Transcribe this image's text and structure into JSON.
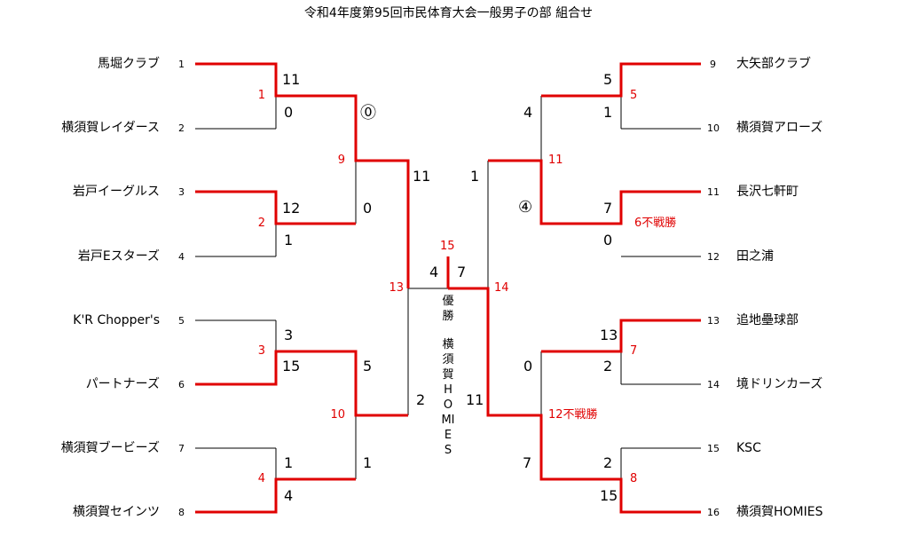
{
  "title": "令和4年度第95回市民体育大会一般男子の部 組合せ",
  "left_teams": [
    {
      "seed": "1",
      "name": "馬堀クラブ"
    },
    {
      "seed": "2",
      "name": "横須賀レイダース"
    },
    {
      "seed": "3",
      "name": "岩戸イーグルス"
    },
    {
      "seed": "4",
      "name": "岩戸Eスターズ"
    },
    {
      "seed": "5",
      "name": "K'R Chopper's"
    },
    {
      "seed": "6",
      "name": "パートナーズ"
    },
    {
      "seed": "7",
      "name": "横須賀ブービーズ"
    },
    {
      "seed": "8",
      "name": "横須賀セインツ"
    }
  ],
  "right_teams": [
    {
      "seed": "9",
      "name": "大矢部クラブ"
    },
    {
      "seed": "10",
      "name": "横須賀アローズ"
    },
    {
      "seed": "11",
      "name": "長沢七軒町"
    },
    {
      "seed": "12",
      "name": "田之浦"
    },
    {
      "seed": "13",
      "name": "追地壘球部"
    },
    {
      "seed": "14",
      "name": "境ドリンカーズ"
    },
    {
      "seed": "15",
      "name": "KSC"
    },
    {
      "seed": "16",
      "name": "横須賀HOMIES"
    }
  ],
  "matches": {
    "m1": {
      "no": "1",
      "top": "11",
      "bottom": "0"
    },
    "m2": {
      "no": "2",
      "top": "12",
      "bottom": "1"
    },
    "m3": {
      "no": "3",
      "top": "3",
      "bottom": "15"
    },
    "m4": {
      "no": "4",
      "top": "1",
      "bottom": "4"
    },
    "m5": {
      "no": "5",
      "top": "5",
      "bottom": "1"
    },
    "m6": {
      "no": "6不戦勝",
      "top": "7",
      "bottom": "0"
    },
    "m7": {
      "no": "7",
      "top": "13",
      "bottom": "2"
    },
    "m8": {
      "no": "8",
      "top": "2",
      "bottom": "15"
    },
    "m9": {
      "no": "9",
      "top": "",
      "bottom": "0"
    },
    "m10": {
      "no": "10",
      "top": "5",
      "bottom": "1"
    },
    "m11": {
      "no": "11",
      "top": "4",
      "bottom": ""
    },
    "m12": {
      "no": "12不戦勝",
      "top": "0",
      "bottom": "7"
    },
    "m13": {
      "no": "13",
      "top": "11",
      "bottom": "2"
    },
    "m14": {
      "no": "14",
      "top": "1",
      "bottom": "11"
    },
    "final": {
      "no": "15",
      "left": "4",
      "right": "7"
    }
  },
  "marks": {
    "left_circle": "⓪",
    "right_circle": "④"
  },
  "champion": {
    "label": "優勝",
    "team": "横須賀HOMIES"
  },
  "colors": {
    "winner_line": "#e00000",
    "loser_line": "#000000",
    "match_no": "#e00000"
  }
}
